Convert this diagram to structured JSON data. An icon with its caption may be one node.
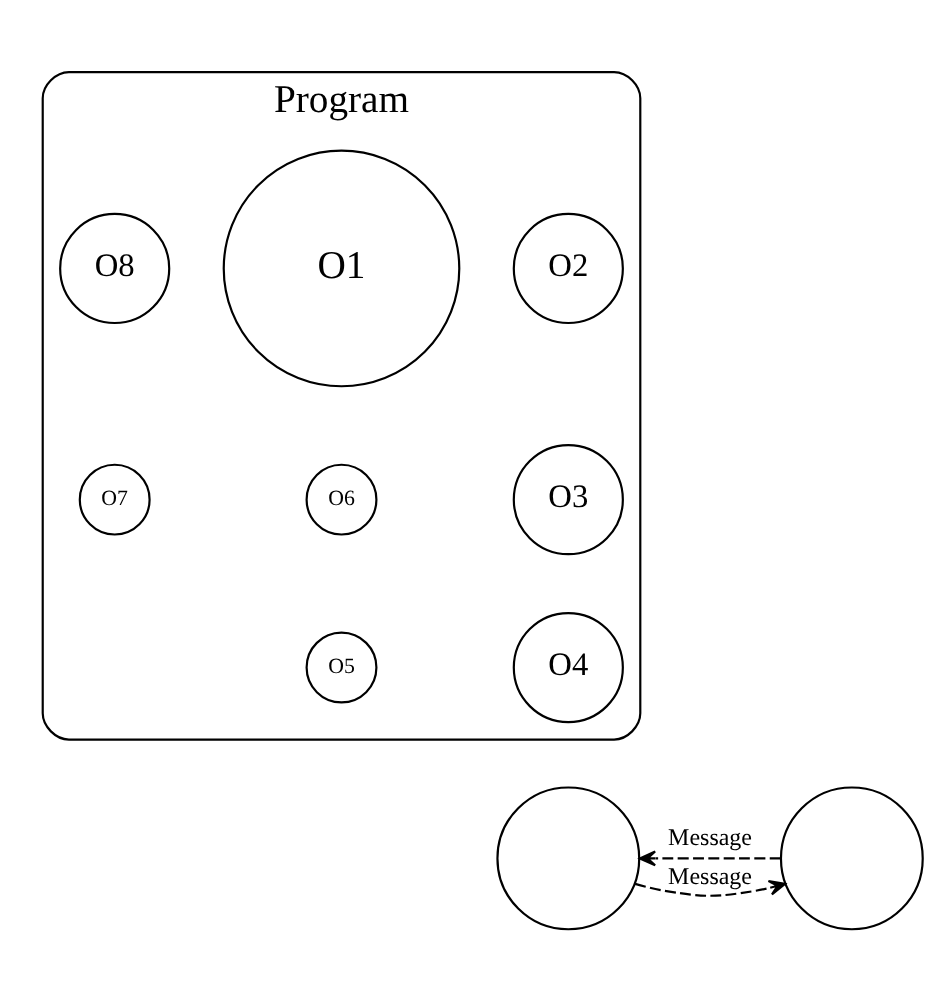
{
  "diagram": {
    "nodes": [
      {
        "text": [
          "Program"
        ]
      },
      {
        "text": [
          "O2"
        ],
        "in": 0
      },
      {
        "text": [
          "O1"
        ],
        "in": 0
      },
      {
        "text": [
          "O8"
        ],
        "in": 0
      },
      {
        "text": [
          "O3"
        ],
        "in": 0
      },
      {
        "text": [
          "O6"
        ],
        "in": 0
      },
      {
        "text": [
          "O4"
        ],
        "in": 0
      },
      {
        "text": [
          "O5"
        ],
        "in": 0
      },
      {
        "text": [
          "O7"
        ],
        "in": 0
      },
      {
        "text": [],
        "shape": "circle"
      },
      {
        "text": [],
        "shape": "circle"
      }
    ],
    "edges": [
      {
        "from": 10,
        "to": 9,
        "arrow": "to",
        "label": "Message",
        "style": "dashed"
      },
      {
        "from": 9,
        "to": 10,
        "arrow": "to",
        "label": "Message",
        "style": "dashed"
      }
    ]
  }
}
